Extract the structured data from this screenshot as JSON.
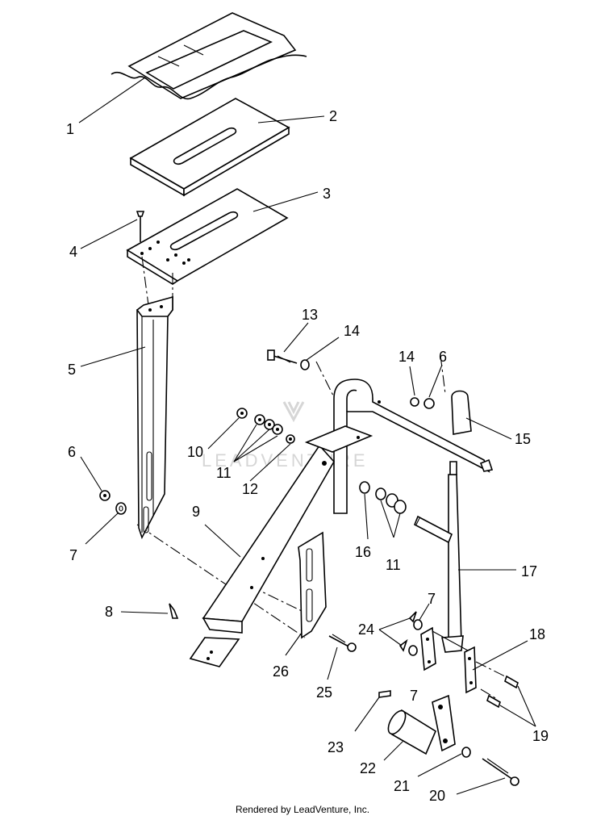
{
  "watermark": "LEADVENTURE",
  "footer": "Rendered by LeadVenture, Inc.",
  "callouts": {
    "c1": "1",
    "c2": "2",
    "c3": "3",
    "c4": "4",
    "c5": "5",
    "c6a": "6",
    "c6b": "6",
    "c7a": "7",
    "c7b": "7",
    "c7c": "7",
    "c8": "8",
    "c9": "9",
    "c10": "10",
    "c11a": "11",
    "c11b": "11",
    "c12": "12",
    "c13": "13",
    "c14a": "14",
    "c14b": "14",
    "c15": "15",
    "c16": "16",
    "c17": "17",
    "c18": "18",
    "c19": "19",
    "c20": "20",
    "c21": "21",
    "c22": "22",
    "c23": "23",
    "c24": "24",
    "c25": "25",
    "c26": "26"
  }
}
